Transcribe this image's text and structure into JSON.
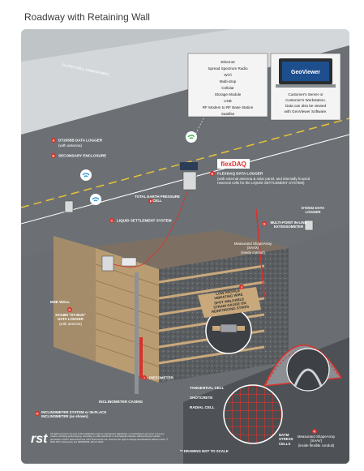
{
  "title": "Roadway with Retaining Wall",
  "embankment_label": "SLOPED WALL EMBANKMENT",
  "comm_box": {
    "lines": [
      "Ethernet",
      "Spread Spectrum Radio",
      "Wi-fi",
      "Multi-drop",
      "Cellular",
      "Storage Module",
      "USB",
      "RF Modem to RF Base Station",
      "Satellite"
    ]
  },
  "server_box": {
    "logo": "GeoViewer",
    "lines": [
      "Customer's Server or",
      "Customer's Workstation.",
      "Data can also be viewed",
      "with GeoViewer Software."
    ]
  },
  "flexdaq_logo": "flexDAQ",
  "labels": {
    "a": {
      "letter": "A",
      "title": "DT2055B DATA LOGGER",
      "sub": "(with antenna)"
    },
    "b": {
      "letter": "B",
      "title": "SECONDARY ENCLOSURE"
    },
    "c": {
      "letter": "C",
      "title": "LIQUID SETTLEMENT SYSTEM"
    },
    "d": {
      "letter": "D",
      "title": "DT2485 \"DT-BUS\" DATA LOGGER",
      "sub": "(with antenna)"
    },
    "e": {
      "letter": "E",
      "title": "FLEXDAQ DATA LOGGER",
      "sub": "(with external antenna & solar panel, and internally housed reservoir cells for the LIQUID SETTLEMENT SYSTEM)"
    },
    "f": {
      "letter": "F",
      "title": "TOTAL EARTH PRESSURE CELL"
    },
    "g": {
      "letter": "G",
      "title": "MULTI-POINT IN-LINE EXTENSOMETER"
    },
    "h": {
      "letter": "H",
      "title": "INCLINOMETER SYSTEM or IN-PLACE INCLINOMETER (as shown)"
    },
    "i": {
      "letter": "I",
      "title": "PIEZOMETER"
    },
    "j": {
      "letter": "J",
      "title": "Measurand ShapeArray (SAAX)",
      "sub": "(inside conduit)"
    },
    "k": {
      "letter": "K",
      "title": "Measurand ShapeArray (SAAV)",
      "sub": "(inside flexible conduit)"
    },
    "dt2032": {
      "title": "DT2032 DATA LOGGER"
    },
    "mse": {
      "title": "MSE WALL"
    },
    "incl_casing": {
      "title": "INCLINOMETER CASING"
    },
    "tangential": {
      "title": "TANGENTIAL CELL"
    },
    "shotcrete": {
      "title": "SHOTCRETE"
    },
    "radial": {
      "title": "RADIAL CELL"
    },
    "natm": {
      "title": "NATM STRESS CELLS"
    },
    "strain": {
      "lines": [
        "LOW PROFILE",
        "VIBRATING WIRE",
        "SPOT WELDABLE",
        "STRAIN GAUGE ON",
        "REINFORCING STRIPS"
      ]
    }
  },
  "footer": {
    "logo": "rst",
    "copyright": "All rights reserved. No part of this publication may be reproduced, distributed, or transmitted in any form or by any means, including photocopying, recording, or other electronic or mechanical methods, without the prior written permission of RST Instruments Ltd. RST Instruments Ltd. reserves the right to change specifications without notice. © 2020 RST Instruments Ltd. MKB0487B JAN 21 2020",
    "note": "** DRAWING NOT TO SCALE"
  },
  "colors": {
    "accent": "#d9312b",
    "panel": "#bfc4c7",
    "wall": "#c9a97c",
    "asphalt": "#5f6367",
    "wifi": "#1f8fd6",
    "signal": "#2fae3a"
  }
}
